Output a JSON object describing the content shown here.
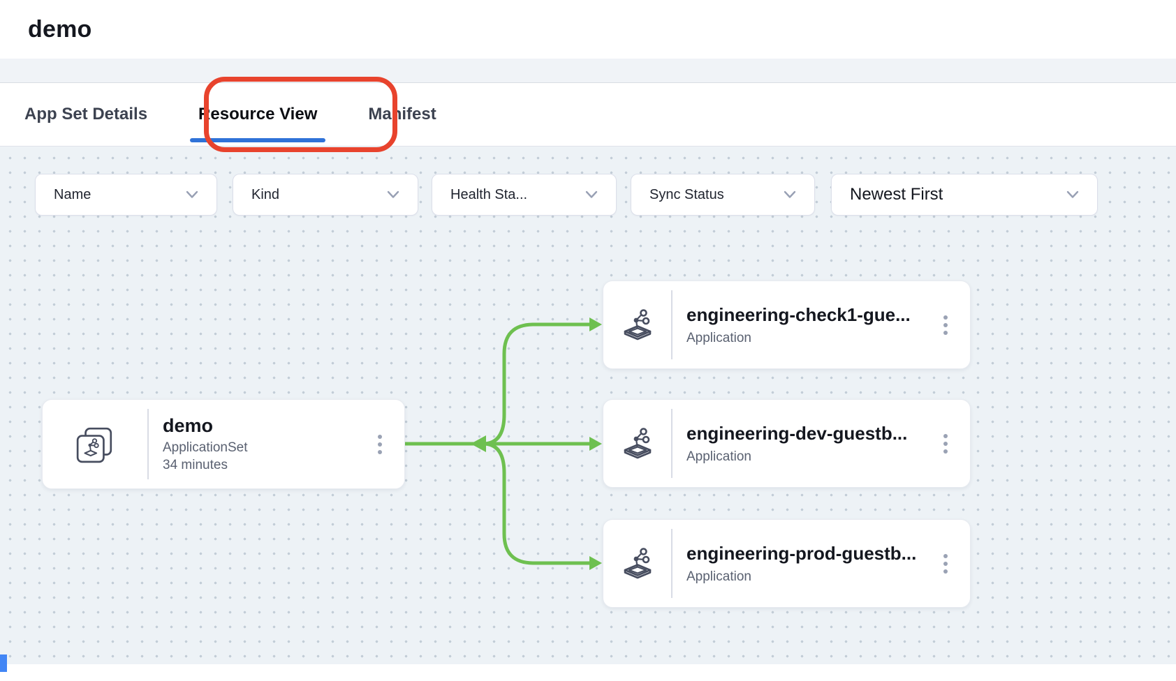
{
  "header": {
    "title": "demo"
  },
  "tabs": {
    "items": [
      {
        "label": "App Set Details",
        "active": false
      },
      {
        "label": "Resource View",
        "active": true
      },
      {
        "label": "Manifest",
        "active": false
      }
    ]
  },
  "toolbar": {
    "filters": [
      {
        "label": "Name"
      },
      {
        "label": "Kind"
      },
      {
        "label": "Health Sta..."
      },
      {
        "label": "Sync Status"
      }
    ],
    "sort": {
      "label": "Newest First"
    }
  },
  "graph": {
    "root": {
      "name": "demo",
      "kind": "ApplicationSet",
      "age": "34 minutes"
    },
    "apps": [
      {
        "name": "engineering-check1-gue...",
        "kind": "Application"
      },
      {
        "name": "engineering-dev-guestb...",
        "kind": "Application"
      },
      {
        "name": "engineering-prod-guestb...",
        "kind": "Application"
      }
    ]
  },
  "colors": {
    "edge_green": "#6ec050",
    "active_tab_underline": "#2f72d8",
    "annotation_red": "#e8432d",
    "canvas_bg": "#edf2f6",
    "scroll_indicator_blue": "#4286f5"
  }
}
